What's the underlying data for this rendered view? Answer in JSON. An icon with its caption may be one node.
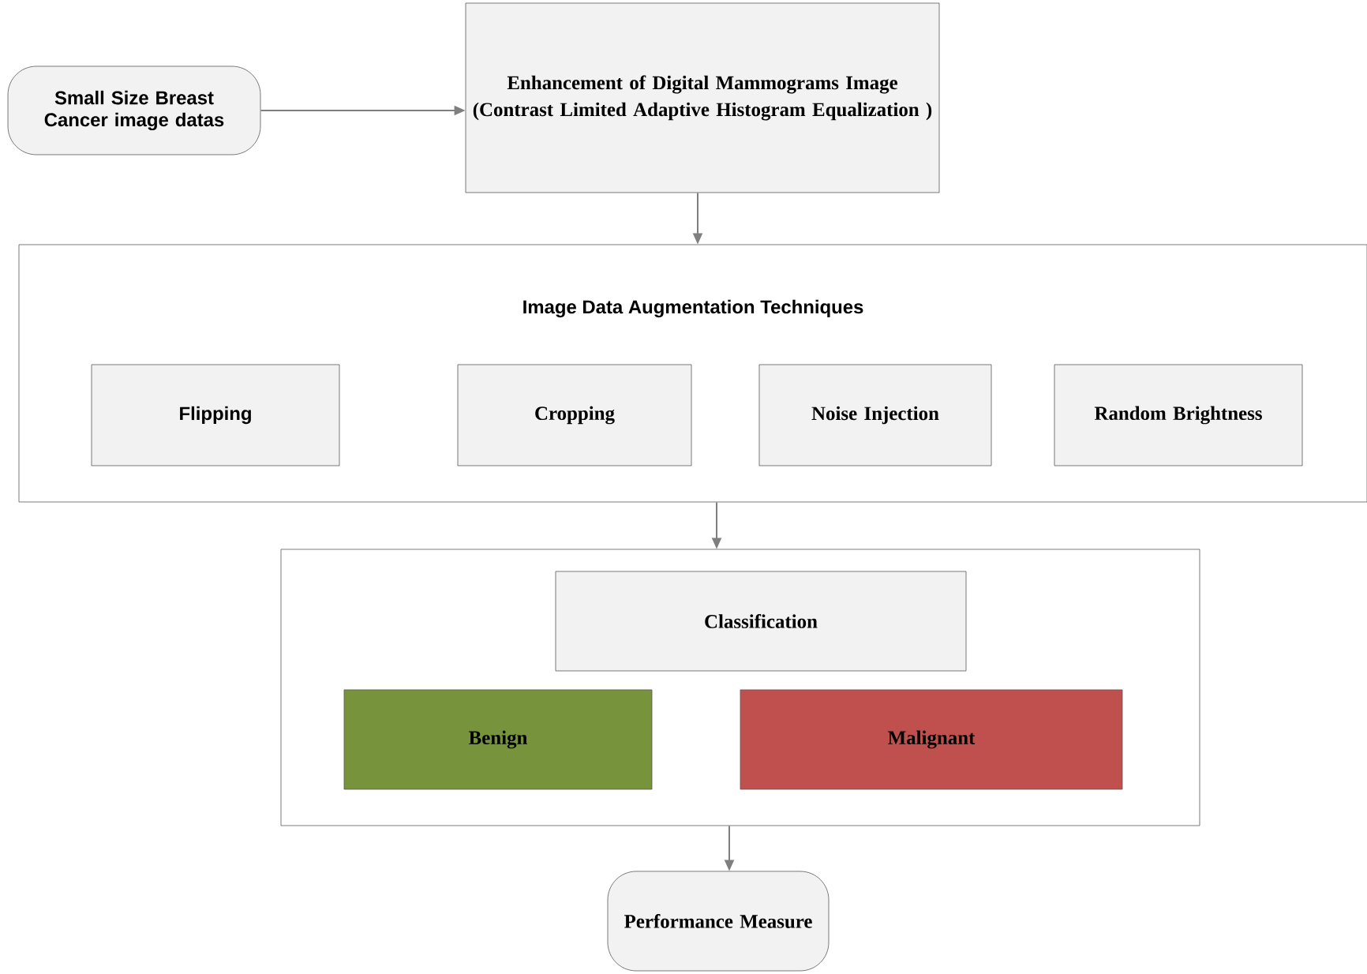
{
  "diagram": {
    "nodes": [
      {
        "text": [
          "Small Size Breast Cancer image datas"
        ]
      },
      {
        "text": [
          "Enhancement of Digital Mammograms Image",
          "(Contrast Limited Adaptive Histogram Equalization )"
        ]
      },
      {
        "text": [
          "Image Data Augmentation Techniques"
        ]
      },
      {
        "text": [
          "Flipping"
        ],
        "in": 2
      },
      {
        "text": [
          "Cropping"
        ],
        "in": 2
      },
      {
        "text": [
          "Noise Injection"
        ],
        "in": 2
      },
      {
        "text": [
          "Random Brightness"
        ],
        "in": 2
      },
      {
        "text": [],
        "shape": "box"
      },
      {
        "text": [
          "Classification"
        ],
        "in": 7
      },
      {
        "text": [
          "Benign"
        ],
        "in": 7
      },
      {
        "text": [
          "Malignant"
        ],
        "in": 7
      },
      {
        "text": [
          "Performance Measure"
        ]
      }
    ],
    "edges": [
      {
        "from": 0,
        "to": 1,
        "arrow": "to"
      },
      {
        "from": 1,
        "to": 2,
        "arrow": "to"
      },
      {
        "from": 2,
        "to": 7,
        "arrow": "to"
      },
      {
        "from": 7,
        "to": 11,
        "arrow": "to"
      }
    ]
  }
}
